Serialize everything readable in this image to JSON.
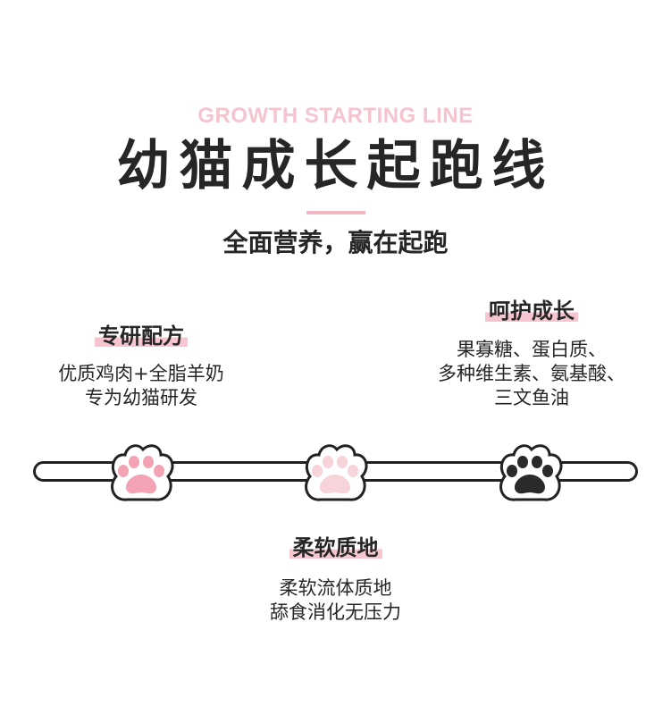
{
  "header": {
    "subtitle_en": "GROWTH STARTING LINE",
    "title_cn": "幼猫成长起跑线",
    "tagline": "全面营养，赢在起跑"
  },
  "features": [
    {
      "label": "专研配方",
      "lines": [
        "优质鸡肉+全脂羊奶",
        "专为幼猫研发"
      ],
      "paw_color": "#f4a3b4",
      "paw_icon": "paw-pink-icon"
    },
    {
      "label": "柔软质地",
      "lines": [
        "柔软流体质地",
        "舔食消化无压力"
      ],
      "paw_color": "#f7d3da",
      "paw_icon": "paw-light-pink-icon"
    },
    {
      "label": "呵护成长",
      "lines": [
        "果寡糖、蛋白质、",
        "多种维生素、氨基酸、",
        "三文鱼油"
      ],
      "paw_color": "#2a2a2a",
      "paw_icon": "paw-black-icon"
    }
  ],
  "colors": {
    "accent_pink": "#f6c5d0",
    "subtitle_pink": "#f5c4cf",
    "text_dark": "#262626"
  }
}
